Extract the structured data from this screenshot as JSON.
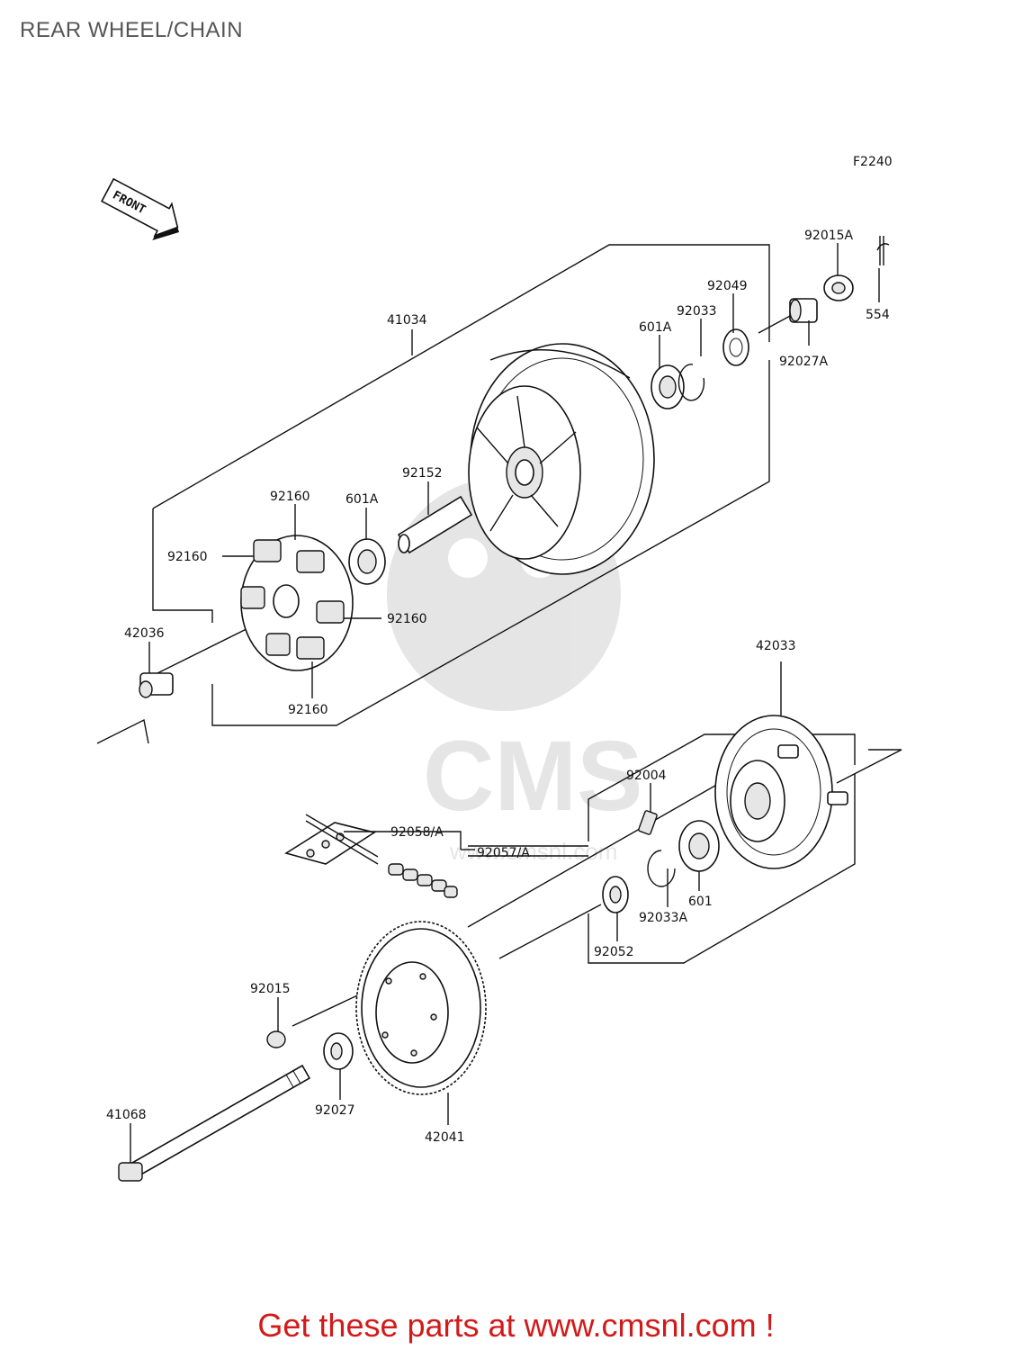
{
  "title": "REAR WHEEL/CHAIN",
  "figure_code": "F2240",
  "front_indicator": "FRONT",
  "watermark": {
    "text": "CMS",
    "url_text": "www.cmsnl.com"
  },
  "parts": [
    {
      "id": "p92015A",
      "label": "92015A"
    },
    {
      "id": "p554",
      "label": "554"
    },
    {
      "id": "p92049",
      "label": "92049"
    },
    {
      "id": "p92033",
      "label": "92033"
    },
    {
      "id": "p601A_top",
      "label": "601A"
    },
    {
      "id": "p92027A",
      "label": "92027A"
    },
    {
      "id": "p41034",
      "label": "41034"
    },
    {
      "id": "p92152",
      "label": "92152"
    },
    {
      "id": "p92160_a",
      "label": "92160"
    },
    {
      "id": "p601A_mid",
      "label": "601A"
    },
    {
      "id": "p92160_b",
      "label": "92160"
    },
    {
      "id": "p92160_c",
      "label": "92160"
    },
    {
      "id": "p42036",
      "label": "42036"
    },
    {
      "id": "p92160_d",
      "label": "92160"
    },
    {
      "id": "p42033",
      "label": "42033"
    },
    {
      "id": "p92004",
      "label": "92004"
    },
    {
      "id": "p92058A",
      "label": "92058/A"
    },
    {
      "id": "p92057A",
      "label": "92057/A"
    },
    {
      "id": "p601",
      "label": "601"
    },
    {
      "id": "p92033A",
      "label": "92033A"
    },
    {
      "id": "p92052",
      "label": "92052"
    },
    {
      "id": "p92015",
      "label": "92015"
    },
    {
      "id": "p92027",
      "label": "92027"
    },
    {
      "id": "p42041",
      "label": "42041"
    },
    {
      "id": "p41068",
      "label": "41068"
    }
  ],
  "promo_text": "Get these parts at www.cmsnl.com !"
}
